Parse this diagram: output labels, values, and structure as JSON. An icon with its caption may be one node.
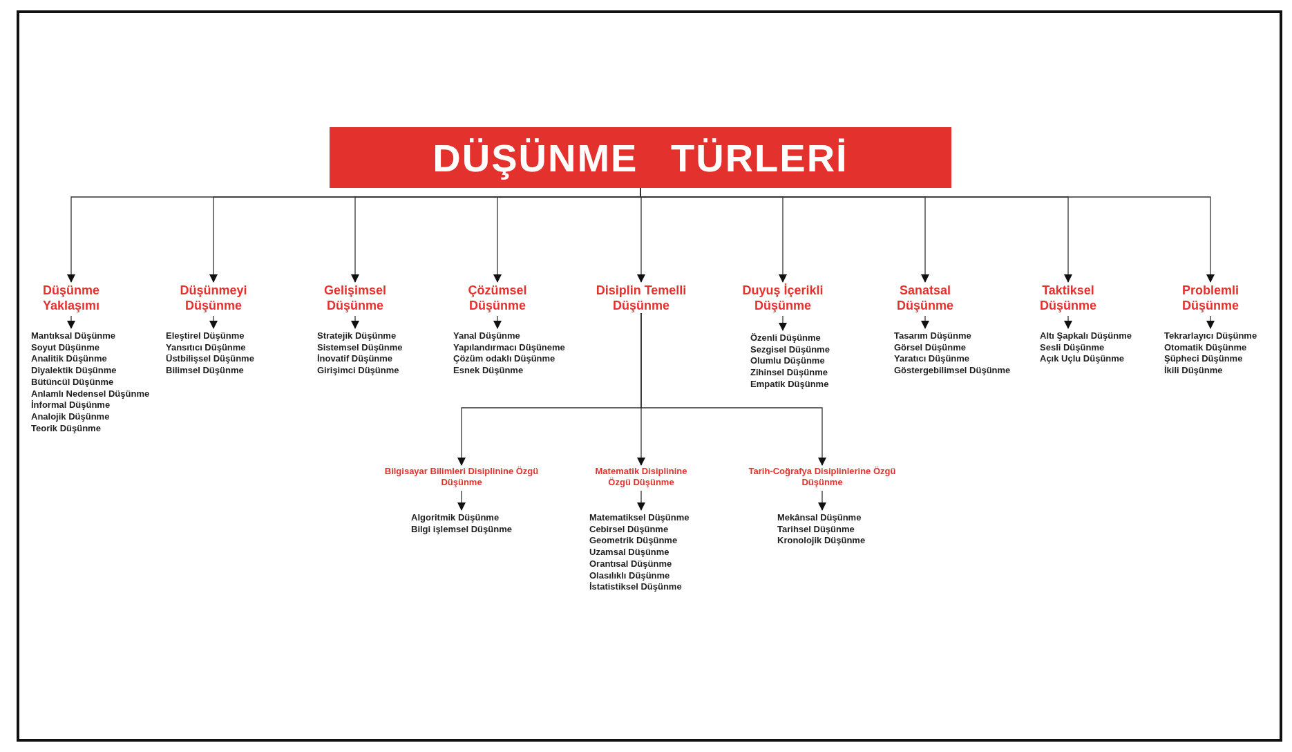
{
  "diagram": {
    "nodes": [
      {
        "text": [
          "DÜŞÜNME TÜRLERİ"
        ]
      },
      {
        "text": [
          "Düşünme Yaklaşımı"
        ]
      },
      {
        "text": [
          "Mantıksal Düşünme",
          "Soyut Düşünme",
          "Analitik Düşünme",
          "Diyalektik Düşünme",
          "Bütüncül Düşünme",
          "Anlamlı Nedensel Düşünme",
          "İnformal Düşünme",
          "Analojik Düşünme",
          "Teorik Düşünme"
        ]
      },
      {
        "text": [
          "Düşünmeyi Düşünme"
        ]
      },
      {
        "text": [
          "Eleştirel Düşünme",
          "Yansıtıcı Düşünme",
          "Üstbilişsel Düşünme",
          "Bilimsel Düşünme"
        ]
      },
      {
        "text": [
          "Gelişimsel Düşünme"
        ]
      },
      {
        "text": [
          "Stratejik Düşünme",
          "Sistemsel Düşünme",
          "İnovatif Düşünme",
          "Girişimci Düşünme"
        ]
      },
      {
        "text": [
          "Çözümsel Düşünme"
        ]
      },
      {
        "text": [
          "Yanal Düşünme",
          "Yapılandırmacı Düşüneme",
          "Çözüm odaklı Düşünme",
          "Esnek Düşünme"
        ]
      },
      {
        "text": [
          "Disiplin Temelli Düşünme"
        ]
      },
      {
        "text": [
          "Bilgisayar Bilimleri Disiplinine Özgü Düşünme"
        ]
      },
      {
        "text": [
          "Algoritmik Düşünme",
          "Bilgi işlemsel Düşünme"
        ]
      },
      {
        "text": [
          "Matematik Disiplinine Özgü Düşünme"
        ]
      },
      {
        "text": [
          "Matematiksel Düşünme",
          "Cebirsel Düşünme",
          "Geometrik Düşünme",
          "Uzamsal Düşünme",
          "Orantısal Düşünme",
          "Olasılıklı Düşünme",
          "İstatistiksel Düşünme"
        ]
      },
      {
        "text": [
          "Tarih-Coğrafya Disiplinlerine Özgü Düşünme"
        ]
      },
      {
        "text": [
          "Mekânsal Düşünme",
          "Tarihsel Düşünme",
          "Kronolojik Düşünme"
        ]
      },
      {
        "text": [
          "Duyuş İçerikli Düşünme"
        ]
      },
      {
        "text": [
          "Özenli Düşünme",
          "Sezgisel Düşünme",
          "Olumlu Düşünme",
          "Zihinsel Düşünme",
          "Empatik Düşünme"
        ]
      },
      {
        "text": [
          "Sanatsal Düşünme"
        ]
      },
      {
        "text": [
          "Tasarım Düşünme",
          "Görsel Düşünme",
          "Yaratıcı Düşünme",
          "Göstergebilimsel Düşünme"
        ]
      },
      {
        "text": [
          "Taktiksel Düşünme"
        ]
      },
      {
        "text": [
          "Altı Şapkalı Düşünme",
          "Sesli Düşünme",
          "Açık Uçlu Düşünme"
        ]
      },
      {
        "text": [
          "Problemli Düşünme"
        ]
      },
      {
        "text": [
          "Tekrarlayıcı Düşünme",
          "Otomatik Düşünme",
          "Şüpheci Düşünme",
          "İkili Düşünme"
        ]
      }
    ],
    "edges": [
      {
        "from": 0,
        "to": 1,
        "arrow": "to"
      },
      {
        "from": 0,
        "to": 3,
        "arrow": "to"
      },
      {
        "from": 0,
        "to": 5,
        "arrow": "to"
      },
      {
        "from": 0,
        "to": 7,
        "arrow": "to"
      },
      {
        "from": 0,
        "to": 9,
        "arrow": "to"
      },
      {
        "from": 0,
        "to": 16,
        "arrow": "to"
      },
      {
        "from": 0,
        "to": 18,
        "arrow": "to"
      },
      {
        "from": 0,
        "to": 20,
        "arrow": "to"
      },
      {
        "from": 0,
        "to": 22,
        "arrow": "to"
      },
      {
        "from": 1,
        "to": 2,
        "arrow": "to"
      },
      {
        "from": 3,
        "to": 4,
        "arrow": "to"
      },
      {
        "from": 5,
        "to": 6,
        "arrow": "to"
      },
      {
        "from": 7,
        "to": 8,
        "arrow": "to"
      },
      {
        "from": 9,
        "to": 10,
        "arrow": "to"
      },
      {
        "from": 9,
        "to": 12,
        "arrow": "to"
      },
      {
        "from": 9,
        "to": 14,
        "arrow": "to"
      },
      {
        "from": 10,
        "to": 11,
        "arrow": "to"
      },
      {
        "from": 12,
        "to": 13,
        "arrow": "to"
      },
      {
        "from": 14,
        "to": 15,
        "arrow": "to"
      },
      {
        "from": 16,
        "to": 17,
        "arrow": "to"
      },
      {
        "from": 18,
        "to": 19,
        "arrow": "to"
      },
      {
        "from": 20,
        "to": 21,
        "arrow": "to"
      },
      {
        "from": 22,
        "to": 23,
        "arrow": "to"
      }
    ]
  }
}
